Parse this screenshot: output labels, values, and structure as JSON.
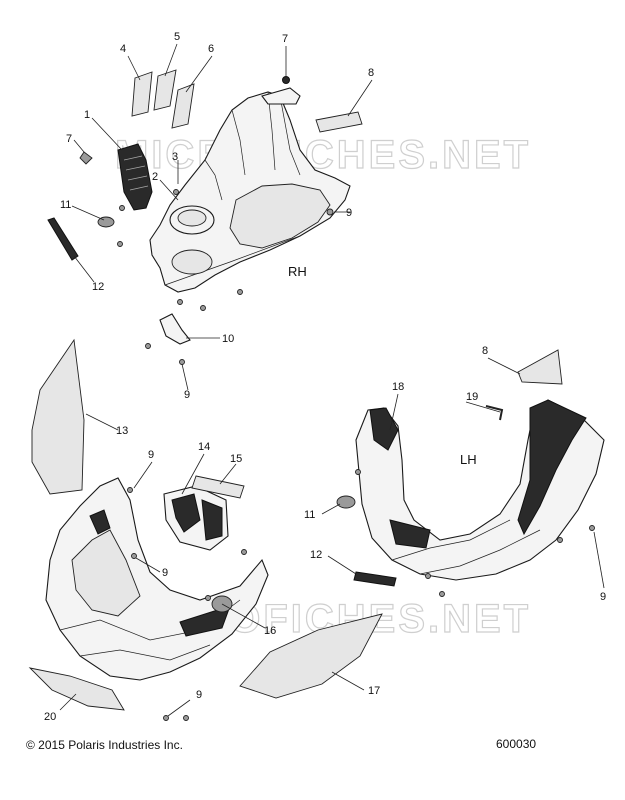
{
  "watermark": "MICROFICHES.NET",
  "side_labels": {
    "rh": "RH",
    "lh": "LH"
  },
  "callouts": {
    "c1": "1",
    "c2": "2",
    "c3": "3",
    "c4": "4",
    "c5": "5",
    "c6": "6",
    "c7a": "7",
    "c7b": "7",
    "c8a": "8",
    "c8b": "8",
    "c9a": "9",
    "c9b": "9",
    "c9c": "9",
    "c9d": "9",
    "c9e": "9",
    "c9f": "9",
    "c10": "10",
    "c11a": "11",
    "c11b": "11",
    "c12a": "12",
    "c12b": "12",
    "c13": "13",
    "c14": "14",
    "c15": "15",
    "c16": "16",
    "c17": "17",
    "c18": "18",
    "c19": "19",
    "c20": "20"
  },
  "footer": {
    "copyright": "© 2015 Polaris Industries Inc.",
    "part_number": "600030"
  }
}
